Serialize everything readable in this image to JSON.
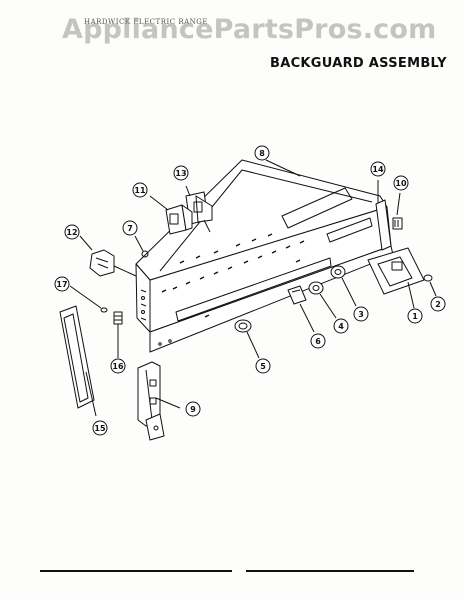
{
  "header": {
    "line1": "HARDWICK ELECTRIC RANGE",
    "line2": "",
    "line3": ""
  },
  "watermark": "AppliancePartsPros.com",
  "title": "BACKGUARD ASSEMBLY",
  "callouts": [
    {
      "id": "1",
      "label": "1"
    },
    {
      "id": "2",
      "label": "2"
    },
    {
      "id": "3",
      "label": "3"
    },
    {
      "id": "4",
      "label": "4"
    },
    {
      "id": "5",
      "label": "5"
    },
    {
      "id": "6",
      "label": "6"
    },
    {
      "id": "7",
      "label": "7"
    },
    {
      "id": "8",
      "label": "8"
    },
    {
      "id": "9",
      "label": "9"
    },
    {
      "id": "10",
      "label": "10"
    },
    {
      "id": "11",
      "label": "11"
    },
    {
      "id": "12",
      "label": "12"
    },
    {
      "id": "13",
      "label": "13"
    },
    {
      "id": "14",
      "label": "14"
    },
    {
      "id": "15",
      "label": "15"
    },
    {
      "id": "16",
      "label": "16"
    },
    {
      "id": "17",
      "label": "17"
    }
  ],
  "colors": {
    "ink": "#111111",
    "paper": "#fdfdfb",
    "watermark": "#969696"
  }
}
